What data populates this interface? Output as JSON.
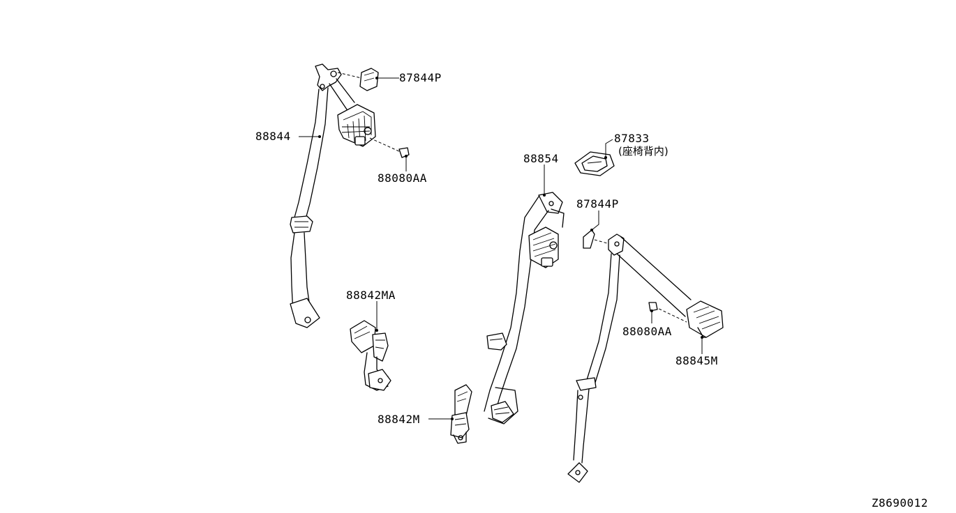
{
  "diagram": {
    "drawing_id": "Z8690012",
    "labels": {
      "p1": "87844P",
      "p2": "88844",
      "p3": "88080AA",
      "p4": "87833",
      "p5": "(座椅背内)",
      "p6": "88854",
      "p7": "87844P",
      "p8": "88842MA",
      "p9": "88080AA",
      "p10": "88845M",
      "p11": "88842M"
    }
  }
}
